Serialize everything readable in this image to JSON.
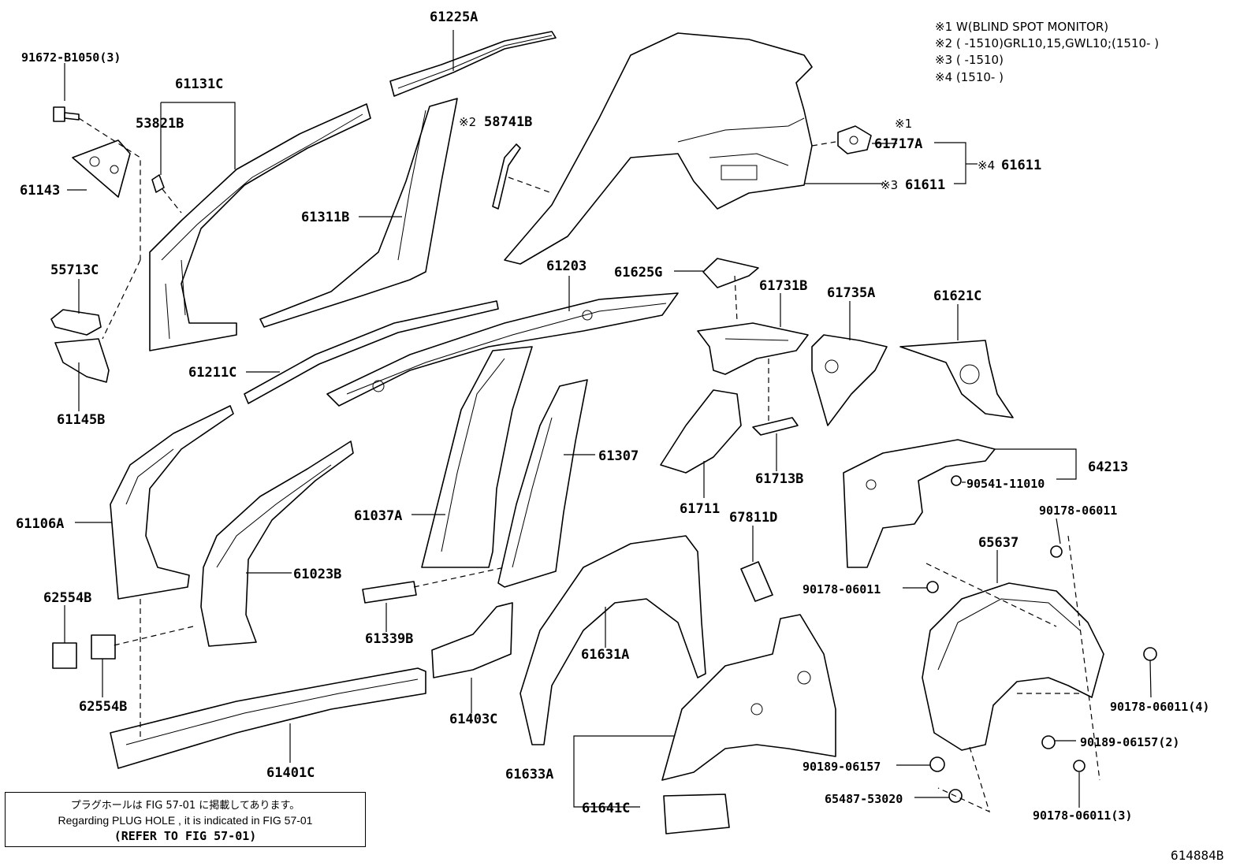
{
  "notes": {
    "n1": "※1 W(BLIND SPOT MONITOR)",
    "n2": "※2 (      -1510)GRL10,15,GWL10;(1510-      )",
    "n3": "※3 (      -1510)",
    "n4": "※4 (1510-      )"
  },
  "parts": {
    "p91672": "91672-B1050(3)",
    "p61131C": "61131C",
    "p53821B": "53821B",
    "p61143": "61143",
    "p61225A": "61225A",
    "p58741B": "58741B",
    "mark2": "※2",
    "p61311B": "61311B",
    "p61717A": "61717A",
    "mark1": "※1",
    "p61611_4": "61611",
    "mark4": "※4",
    "p61611_3": "61611",
    "mark3": "※3",
    "p55713C": "55713C",
    "p61145B": "61145B",
    "p61203": "61203",
    "p61625G": "61625G",
    "p61731B": "61731B",
    "p61735A": "61735A",
    "p61621C": "61621C",
    "p61211C": "61211C",
    "p61106A": "61106A",
    "p61023B": "61023B",
    "p61037A": "61037A",
    "p61307": "61307",
    "p61711": "61711",
    "p61713B": "61713B",
    "p64213": "64213",
    "p90541": "90541-11010",
    "p90178a": "90178-06011",
    "p67811D": "67811D",
    "p65637": "65637",
    "p90178b": "90178-06011",
    "p62554B_1": "62554B",
    "p61339B": "61339B",
    "p61631A": "61631A",
    "p62554B_2": "62554B",
    "p61403C": "61403C",
    "p90178c": "90178-06011(4)",
    "p90189a": "90189-06157(2)",
    "p61401C": "61401C",
    "p61633A": "61633A",
    "p90189b": "90189-06157",
    "p65487": "65487-53020",
    "p61641C": "61641C",
    "p90178d": "90178-06011(3)"
  },
  "notice": {
    "line1": "プラグホールは FIG 57-01 に掲載してあります。",
    "line2": "Regarding  PLUG  HOLE , it is indicated in  FIG  57-01",
    "line3": "(REFER TO FIG 57-01)"
  },
  "image_id": "614884B"
}
